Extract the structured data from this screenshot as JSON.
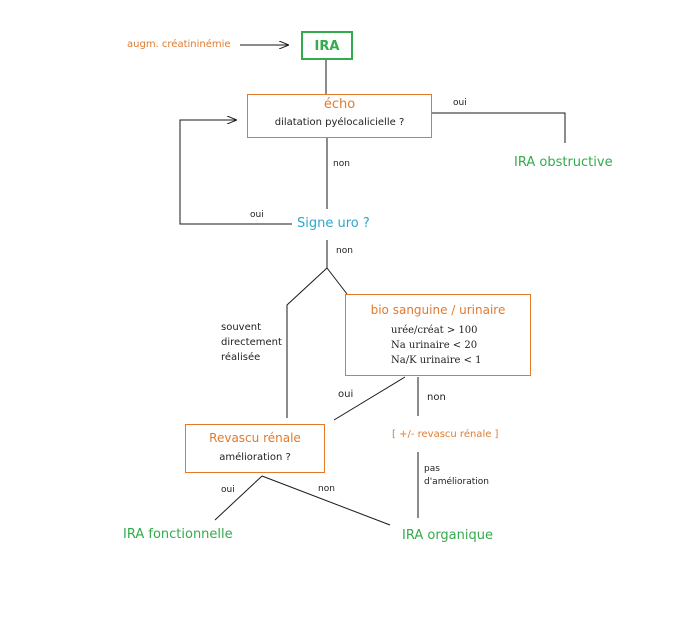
{
  "colors": {
    "orange": "#e07b2e",
    "green": "#33aa4c",
    "blue": "#2ca7cf",
    "line": "#1a1a1a"
  },
  "nodes": {
    "start_label": "augm. créatininémie",
    "ira": "IRA",
    "echo_title": "écho",
    "echo_question": "dilatation pyélocalicielle ?",
    "ira_obstructive": "IRA obstructive",
    "signe_uro": "Signe uro ?",
    "bio_title": "bio sanguine / urinaire",
    "bio_lines": [
      "urée/créat > 100",
      "Na urinaire < 20",
      "Na/K urinaire < 1"
    ],
    "souvent": [
      "souvent",
      "directement",
      "réalisée"
    ],
    "revascu_title": "Revascu rénale",
    "revascu_question": "amélioration ?",
    "revascu_optional": "[ +/- revascu rénale ]",
    "pas_amelioration": [
      "pas",
      "d'amélioration"
    ],
    "ira_fonctionnelle": "IRA fonctionnelle",
    "ira_organique": "IRA organique"
  },
  "edges": {
    "echo_oui": "oui",
    "echo_non": "non",
    "uro_oui": "oui",
    "uro_non": "non",
    "bio_oui": "oui",
    "bio_non": "non",
    "revascu_oui": "oui",
    "revascu_non": "non"
  }
}
